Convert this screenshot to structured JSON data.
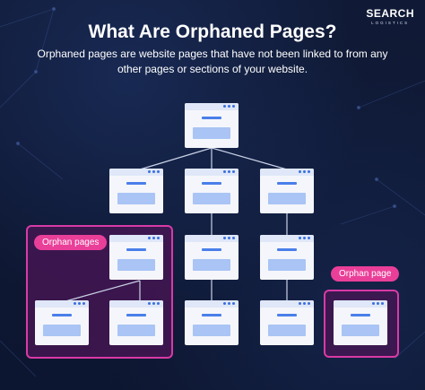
{
  "brand": {
    "name": "SEARCH",
    "tagline": "LOGISTICS"
  },
  "header": {
    "title": "What Are Orphaned Pages?",
    "subtitle": "Orphaned pages are website pages that have not been linked to from any other pages or sections of your website."
  },
  "labels": {
    "orphan_group": "Orphan pages",
    "orphan_single": "Orphan page"
  },
  "colors": {
    "background": "#0e1730",
    "orphan_border": "#d93aa6",
    "orphan_fill": "#481654",
    "pill": "#ea3f99",
    "page": "#f5f6fb",
    "page_accent": "#4a7fea",
    "page_block": "#a9c4f5",
    "connector": "#c9d1e6"
  }
}
